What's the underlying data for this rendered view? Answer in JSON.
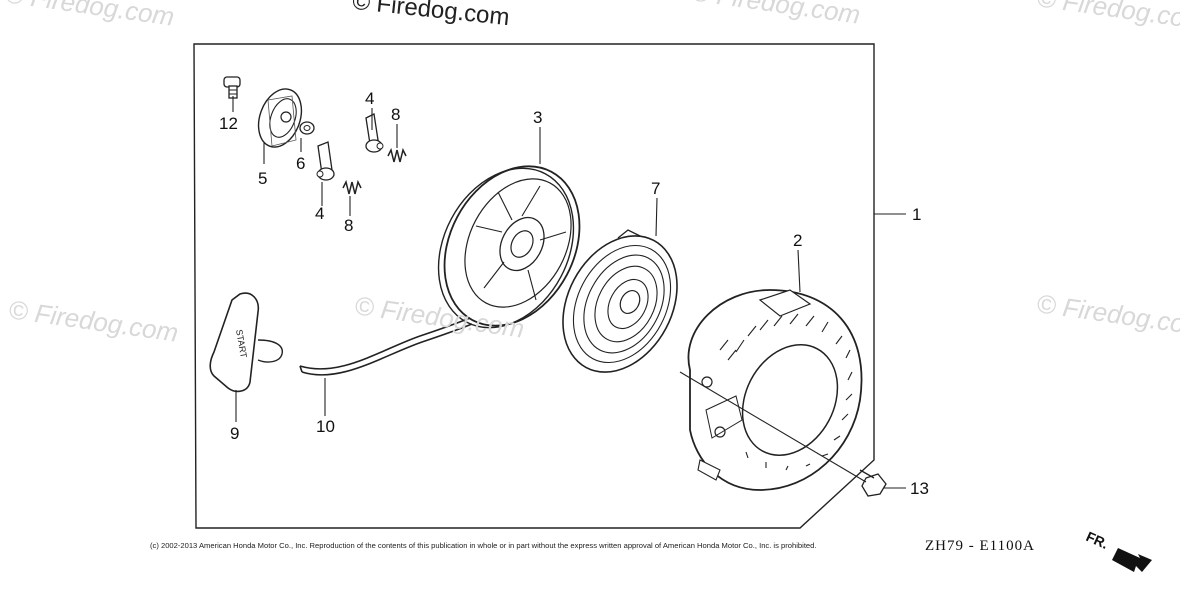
{
  "watermarks": {
    "top": "© Firedog.com",
    "faint": "© Firedog.com"
  },
  "callouts": {
    "c1": "1",
    "c2": "2",
    "c3": "3",
    "c4a": "4",
    "c4b": "4",
    "c5": "5",
    "c6": "6",
    "c7": "7",
    "c8a": "8",
    "c8b": "8",
    "c9": "9",
    "c10": "10",
    "c12": "12",
    "c13": "13"
  },
  "footer": {
    "copyright": "(c) 2002-2013 American Honda Motor Co., Inc. Reproduction of the contents of this publication in whole or in part without the express written approval of American Honda Motor Co., Inc. is prohibited.",
    "diagram_code": "ZH79 - E1100A",
    "direction": "FR."
  },
  "grip_text": "START"
}
